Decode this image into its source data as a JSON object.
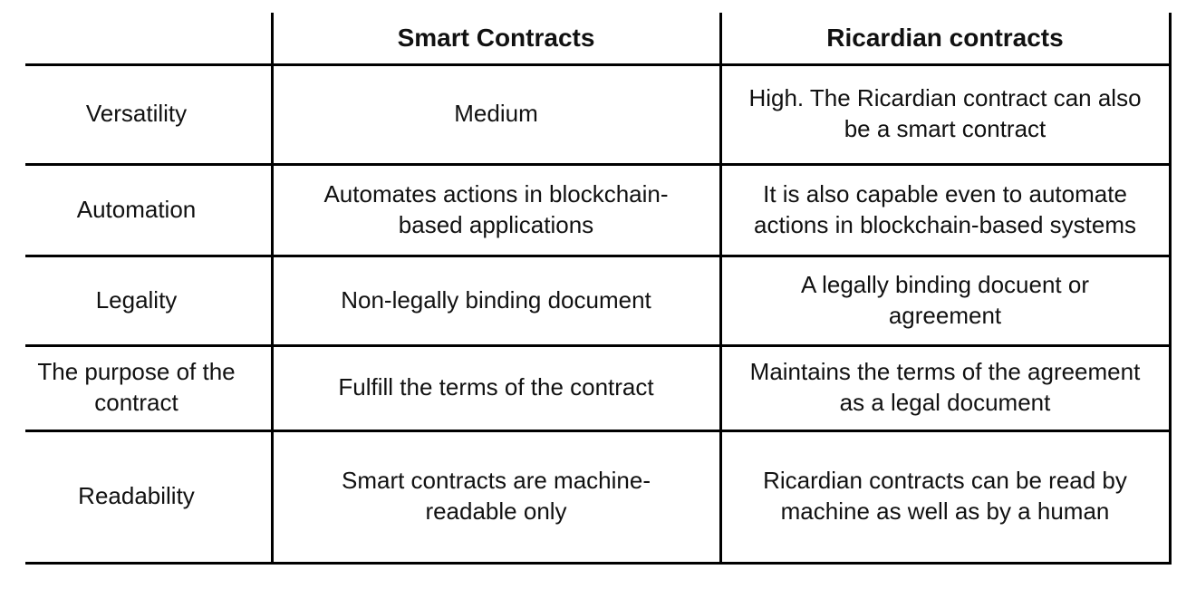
{
  "style": {
    "background": "#ffffff",
    "border_color": "#000000",
    "text_color": "#111111"
  },
  "table": {
    "columns": [
      "",
      "Smart Contracts",
      "Ricardian contracts"
    ],
    "rows": [
      {
        "label": "Versatility",
        "smart": "Medium",
        "ricardian": "High. The Ricardian contract can also be a smart contract"
      },
      {
        "label": "Automation",
        "smart": "Automates actions in blockchain-based applications",
        "ricardian": "It is also capable even to automate actions in blockchain-based systems"
      },
      {
        "label": "Legality",
        "smart": "Non-legally binding document",
        "ricardian": "A legally binding docuent or agreement"
      },
      {
        "label": "The purpose of the contract",
        "smart": "Fulfill the terms of the contract",
        "ricardian": "Maintains the terms of the agreement as a legal document"
      },
      {
        "label": "Readability",
        "smart": "Smart contracts are machine-readable only",
        "ricardian": "Ricardian contracts can be read by machine as well as by a human"
      }
    ]
  }
}
